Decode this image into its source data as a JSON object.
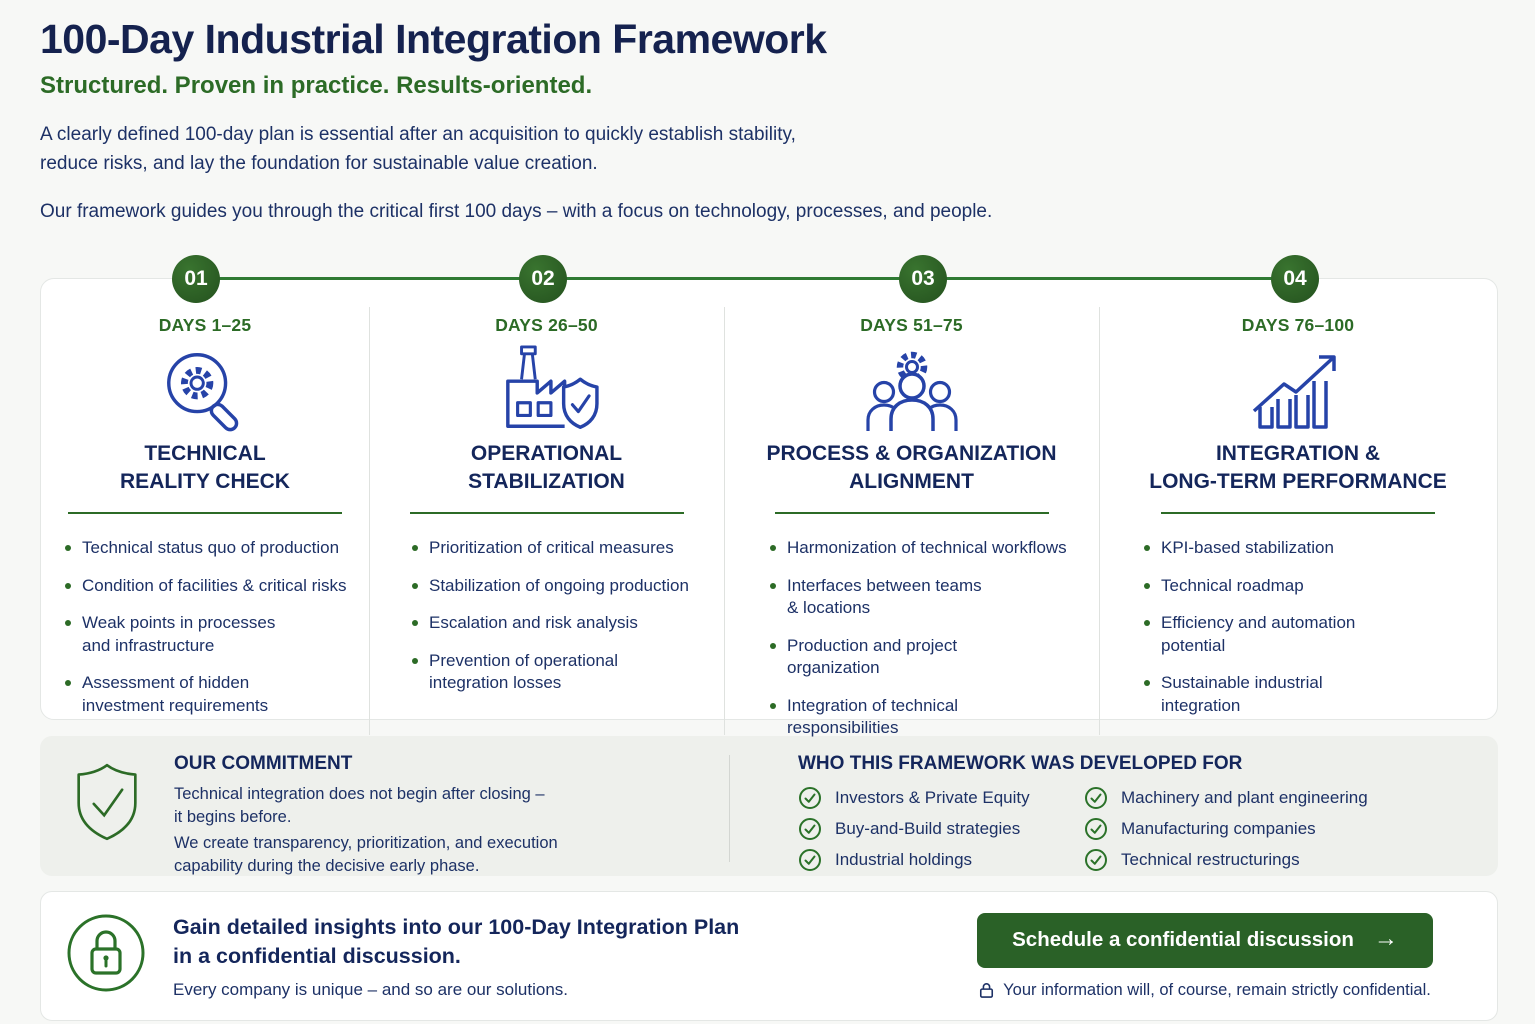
{
  "colors": {
    "navy_text": "#14265b",
    "green_accent": "#2c6b26",
    "timeline_green": "#2f7a33",
    "icon_blue": "#2643a8",
    "button_green": "#2a6127",
    "band_background": "#eef0ec"
  },
  "header": {
    "title": "100-Day Industrial Integration Framework",
    "subtitle": "Structured. Proven in practice. Results-oriented.",
    "intro1": "A clearly defined 100-day plan is essential after an acquisition to quickly establish stability,\nreduce risks, and lay the foundation for sustainable value creation.",
    "intro2": "Our framework guides you through the critical first 100 days – with a focus on technology, processes, and people."
  },
  "phases": [
    {
      "number": "01",
      "days": "DAYS 1–25",
      "icon": "magnifier-gear-icon",
      "title": "TECHNICAL\nREALITY CHECK",
      "bullets": [
        "Technical status quo of production",
        "Condition of facilities & critical risks",
        "Weak points in processes\nand infrastructure",
        "Assessment of hidden\ninvestment requirements"
      ]
    },
    {
      "number": "02",
      "days": "DAYS 26–50",
      "icon": "factory-shield-icon",
      "title": "OPERATIONAL\nSTABILIZATION",
      "bullets": [
        "Prioritization of critical measures",
        "Stabilization of ongoing production",
        "Escalation and risk analysis",
        "Prevention of operational\nintegration losses"
      ]
    },
    {
      "number": "03",
      "days": "DAYS 51–75",
      "icon": "team-gear-icon",
      "title": "PROCESS & ORGANIZATION\nALIGNMENT",
      "bullets": [
        "Harmonization of technical workflows",
        "Interfaces between teams\n& locations",
        "Production and project\norganization",
        "Integration of technical\nresponsibilities"
      ]
    },
    {
      "number": "04",
      "days": "DAYS 76–100",
      "icon": "growth-chart-icon",
      "title": "INTEGRATION &\nLONG-TERM PERFORMANCE",
      "bullets": [
        "KPI-based stabilization",
        "Technical roadmap",
        "Efficiency and automation\npotential",
        "Sustainable industrial\nintegration"
      ]
    }
  ],
  "commitment": {
    "heading": "OUR COMMITMENT",
    "icon": "shield-check-icon",
    "text1": "Technical integration does not begin after closing –\nit begins before.",
    "text2": "We create transparency, prioritization, and execution\ncapability during the decisive early phase."
  },
  "audience": {
    "heading": "WHO THIS FRAMEWORK WAS DEVELOPED FOR",
    "item_icon": "check-circle-icon",
    "items": [
      "Investors & Private Equity",
      "Buy-and-Build strategies",
      "Industrial holdings",
      "Machinery and plant engineering",
      "Manufacturing companies",
      "Technical restructurings"
    ]
  },
  "cta": {
    "icon": "lock-circle-icon",
    "heading": "Gain detailed insights into our 100-Day Integration Plan\nin a confidential discussion.",
    "subtext": "Every company is unique – and so are our solutions.",
    "button_label": "Schedule a confidential discussion",
    "button_arrow": "→",
    "note_icon": "lock-icon",
    "note": "Your information will, of course, remain strictly confidential."
  }
}
